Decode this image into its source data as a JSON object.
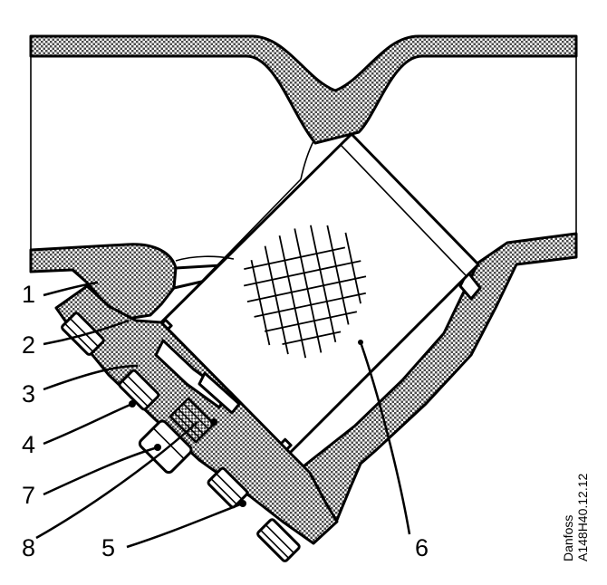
{
  "callouts": {
    "c1": "1",
    "c2": "2",
    "c3": "3",
    "c4": "4",
    "c5": "5",
    "c6": "6",
    "c7": "7",
    "c8": "8"
  },
  "drawing_code": {
    "line1": "Danfoss",
    "line2": "A148H40.12.12"
  }
}
